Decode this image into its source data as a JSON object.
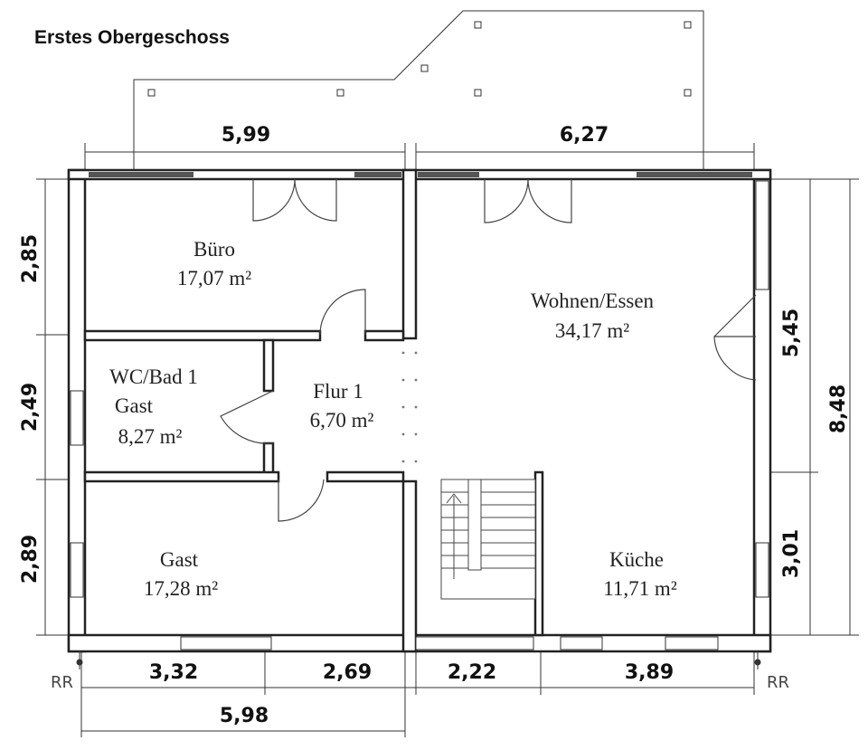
{
  "title": "Erstes Obergeschoss",
  "rooms": {
    "buero": {
      "name": "Büro",
      "area": "17,07 m²"
    },
    "wohnen": {
      "name": "Wohnen/Essen",
      "area": "34,17 m²"
    },
    "wc": {
      "name1": "WC/Bad 1",
      "name2": "Gast",
      "area": "8,27 m²"
    },
    "flur": {
      "name": "Flur 1",
      "area": "6,70 m²"
    },
    "gast": {
      "name": "Gast",
      "area": "17,28 m²"
    },
    "kueche": {
      "name": "Küche",
      "area": "11,71 m²"
    }
  },
  "dimensions": {
    "top_left": "5,99",
    "top_right": "6,27",
    "left_1": "2,85",
    "left_2": "2,49",
    "left_3": "2,89",
    "right_inner_1": "5,45",
    "right_inner_2": "3,01",
    "right_total": "8,48",
    "bottom_1": "3,32",
    "bottom_2": "2,69",
    "bottom_3": "2,22",
    "bottom_4": "3,89",
    "bottom_total": "5,98"
  },
  "markers": {
    "left": "RR",
    "right": "RR"
  }
}
